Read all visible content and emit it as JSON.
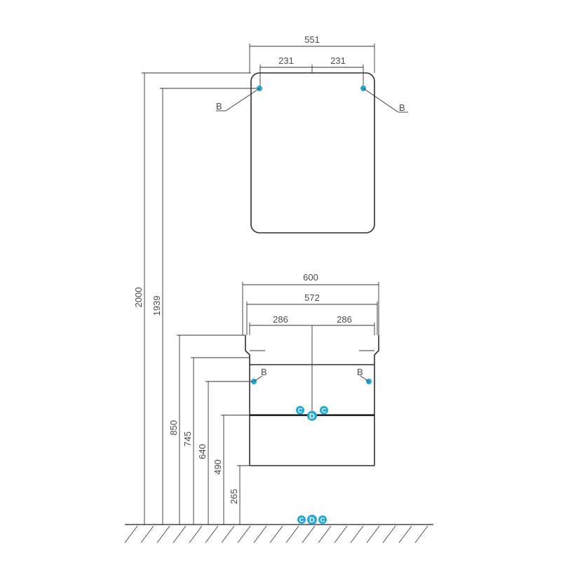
{
  "dimensions": {
    "mirror_width": "551",
    "mirror_left_half": "231",
    "mirror_right_half": "231",
    "cabinet_width": "600",
    "cabinet_inner_width": "572",
    "cabinet_left_half": "286",
    "cabinet_right_half": "286",
    "height_2000": "2000",
    "height_1939": "1939",
    "height_850": "850",
    "height_745": "745",
    "height_640": "640",
    "height_490": "490",
    "height_265": "265"
  },
  "callouts": {
    "mirror_left": "B",
    "mirror_right": "B",
    "cabinet_left": "B",
    "cabinet_right": "B"
  },
  "badges": {
    "cabinet_left": "C",
    "cabinet_center": "D",
    "cabinet_right": "C",
    "floor_left": "C",
    "floor_center": "D",
    "floor_right": "C"
  },
  "colors": {
    "line": "#333333",
    "badge": "#1fa8d8",
    "text": "#4a4a4a"
  }
}
